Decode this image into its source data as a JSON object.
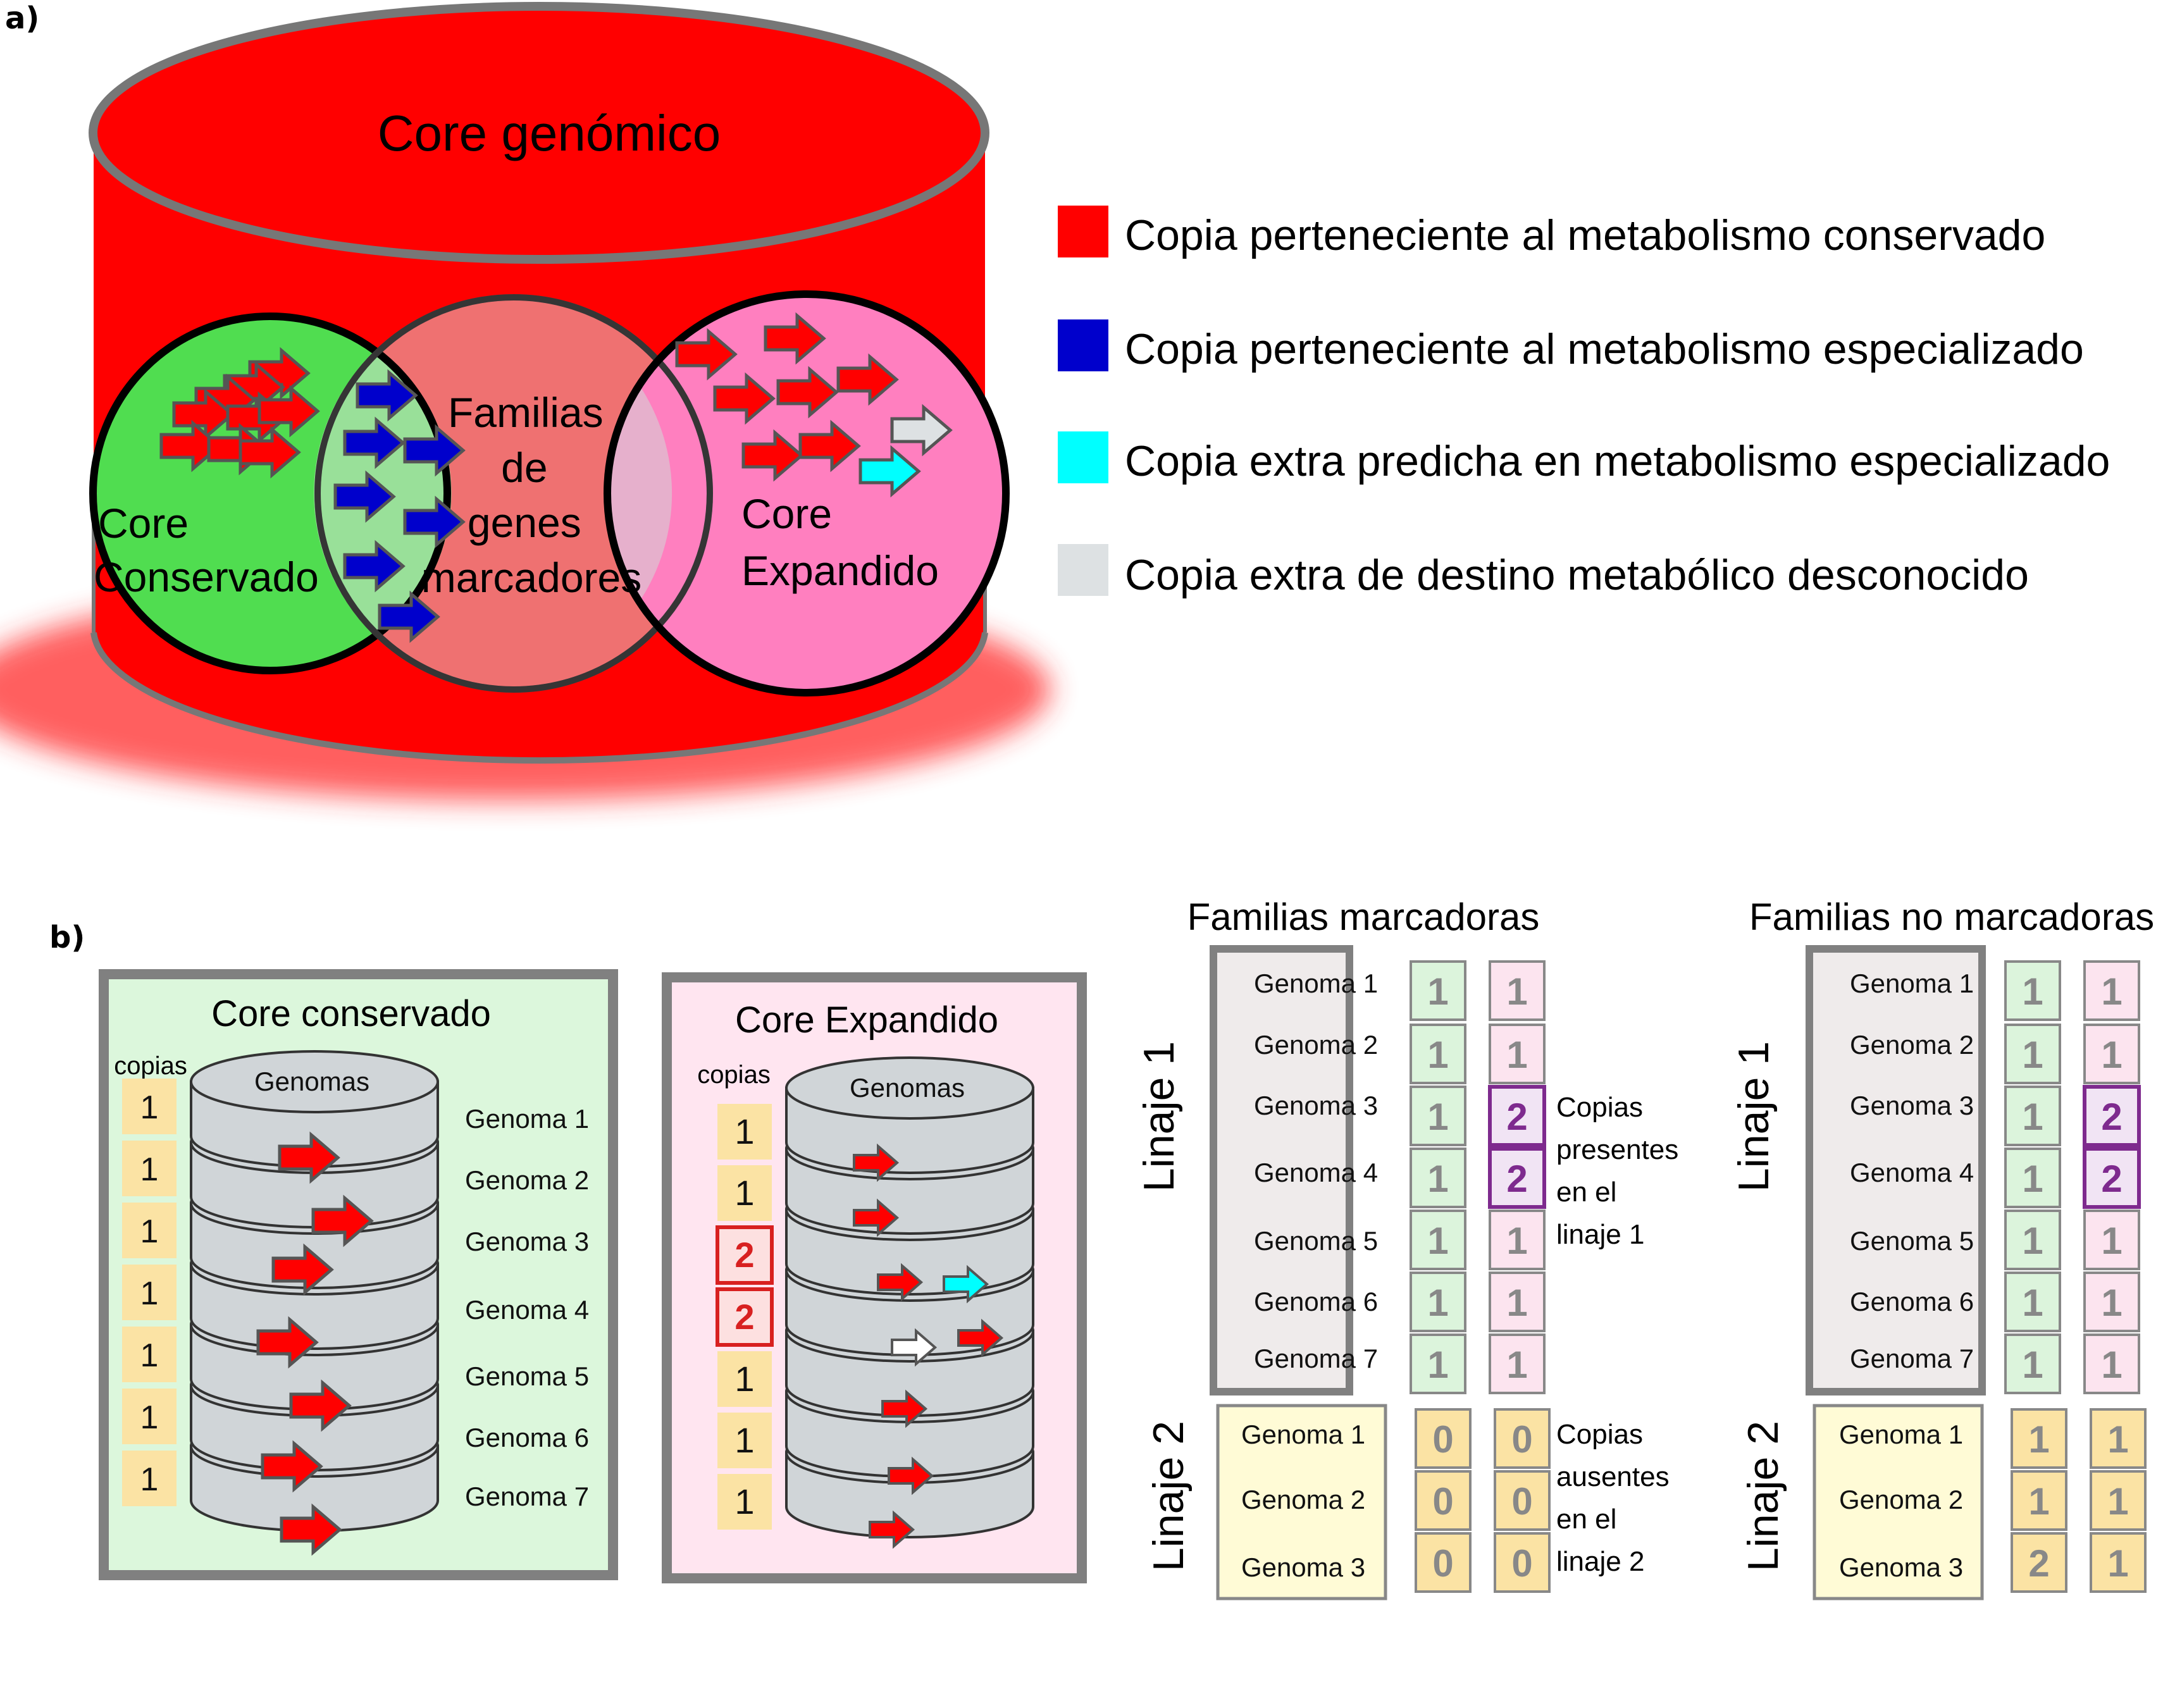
{
  "panel_a": {
    "label": "a)",
    "cylinder_title": "Core genómico",
    "venn": {
      "left": [
        "Core",
        "Conservado"
      ],
      "middle": [
        "Familias",
        "de",
        "genes",
        "marcadores"
      ],
      "right": [
        "Core",
        "Expandido"
      ]
    },
    "legend": [
      {
        "color": "#ff0000",
        "label": "Copia perteneciente al metabolismo conservado"
      },
      {
        "color": "#0000cc",
        "label": "Copia perteneciente al metabolismo especializado"
      },
      {
        "color": "#00ffff",
        "label": "Copia extra predicha en metabolismo especializado"
      },
      {
        "color": "#dde1e3",
        "label": "Copia extra de destino metabólico desconocido"
      }
    ]
  },
  "panel_b": {
    "label": "b)",
    "conserved": {
      "title": "Core conservado",
      "copias_label": "copias",
      "copias": [
        "1",
        "1",
        "1",
        "1",
        "1",
        "1",
        "1"
      ],
      "stack_label": "Genomas",
      "genomes": [
        "Genoma 1",
        "Genoma 2",
        "Genoma 3",
        "Genoma 4",
        "Genoma 5",
        "Genoma 6",
        "Genoma 7"
      ]
    },
    "expanded": {
      "title": "Core Expandido",
      "copias_label": "copias",
      "copias": [
        "1",
        "1",
        "2",
        "2",
        "1",
        "1",
        "1"
      ],
      "stack_label": "Genomas"
    },
    "marker": {
      "title": "Familias marcadoras",
      "lineage1_label": "Linaje 1",
      "lineage2_label": "Linaje 2",
      "lineage1_genomes": [
        "Genoma 1",
        "Genoma 2",
        "Genoma 3",
        "Genoma 4",
        "Genoma 5",
        "Genoma 6",
        "Genoma 7"
      ],
      "lineage1_col1": [
        "1",
        "1",
        "1",
        "1",
        "1",
        "1",
        "1"
      ],
      "lineage1_col2": [
        "1",
        "1",
        "2",
        "2",
        "1",
        "1",
        "1"
      ],
      "lineage2_genomes": [
        "Genoma 1",
        "Genoma 2",
        "Genoma 3"
      ],
      "lineage2_col1": [
        "0",
        "0",
        "0"
      ],
      "lineage2_col2": [
        "0",
        "0",
        "0"
      ],
      "note1": [
        "Copias",
        "presentes",
        "en el",
        "linaje 1"
      ],
      "note2": [
        "Copias",
        "ausentes",
        "en el",
        "linaje 2"
      ]
    },
    "nonmarker": {
      "title": "Familias no marcadoras",
      "lineage1_label": "Linaje 1",
      "lineage2_label": "Linaje 2",
      "lineage1_genomes": [
        "Genoma 1",
        "Genoma 2",
        "Genoma 3",
        "Genoma 4",
        "Genoma 5",
        "Genoma 6",
        "Genoma 7"
      ],
      "lineage1_col1": [
        "1",
        "1",
        "1",
        "1",
        "1",
        "1",
        "1"
      ],
      "lineage1_col2": [
        "1",
        "1",
        "2",
        "2",
        "1",
        "1",
        "1"
      ],
      "lineage2_genomes": [
        "Genoma 1",
        "Genoma 2",
        "Genoma 3"
      ],
      "lineage2_col1": [
        "1",
        "1",
        "2"
      ],
      "lineage2_col2": [
        "1",
        "1",
        "1"
      ]
    }
  }
}
